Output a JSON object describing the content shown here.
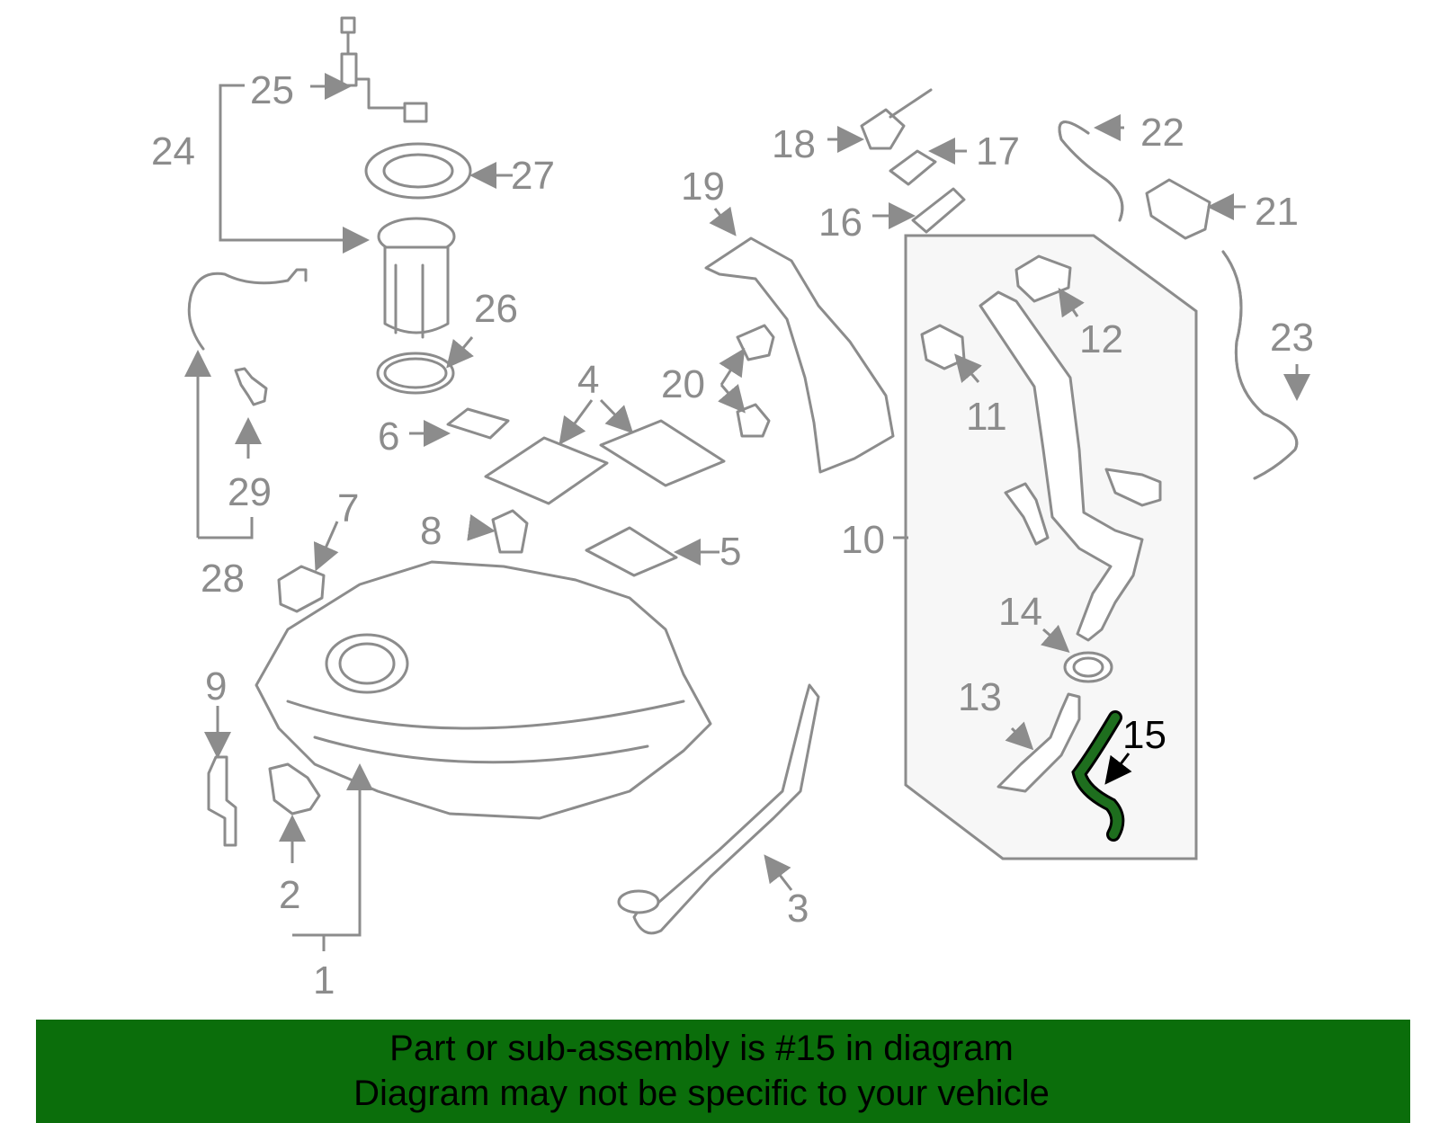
{
  "diagram": {
    "callouts": [
      "1",
      "2",
      "3",
      "4",
      "5",
      "6",
      "7",
      "8",
      "9",
      "10",
      "11",
      "12",
      "13",
      "14",
      "15",
      "16",
      "17",
      "18",
      "19",
      "20",
      "21",
      "22",
      "23",
      "24",
      "25",
      "26",
      "27",
      "28",
      "29"
    ],
    "highlighted_callout": "15",
    "highlight_color": "#1e6e1e",
    "line_color": "#8c8c8c"
  },
  "banner": {
    "line1": "Part or sub-assembly is #15 in diagram",
    "line2": "Diagram may not be specific to your vehicle",
    "background": "#0b6e0b"
  }
}
